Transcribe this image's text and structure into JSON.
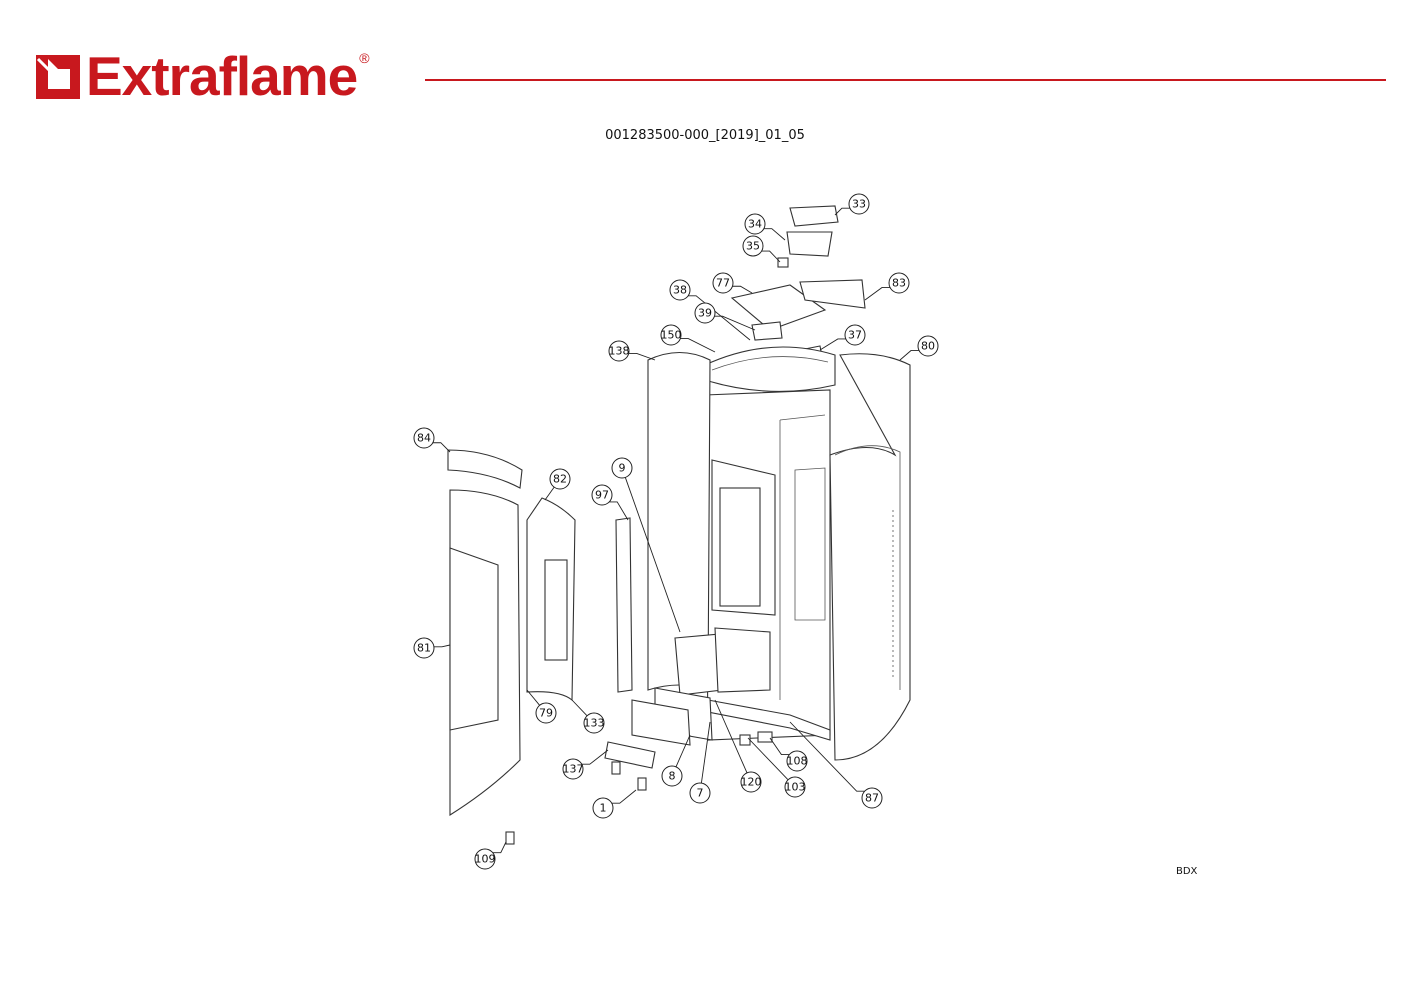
{
  "brand": {
    "name": "Extraflame",
    "registered_mark": "®",
    "color": "#c8181e"
  },
  "document_code": "001283500-000_[2019]_01_05",
  "model_code": "BDX",
  "callouts": [
    "33",
    "34",
    "35",
    "77",
    "83",
    "38",
    "39",
    "150",
    "37",
    "138",
    "80",
    "84",
    "82",
    "9",
    "97",
    "81",
    "79",
    "133",
    "137",
    "8",
    "7",
    "120",
    "103",
    "108",
    "87",
    "1",
    "109"
  ]
}
